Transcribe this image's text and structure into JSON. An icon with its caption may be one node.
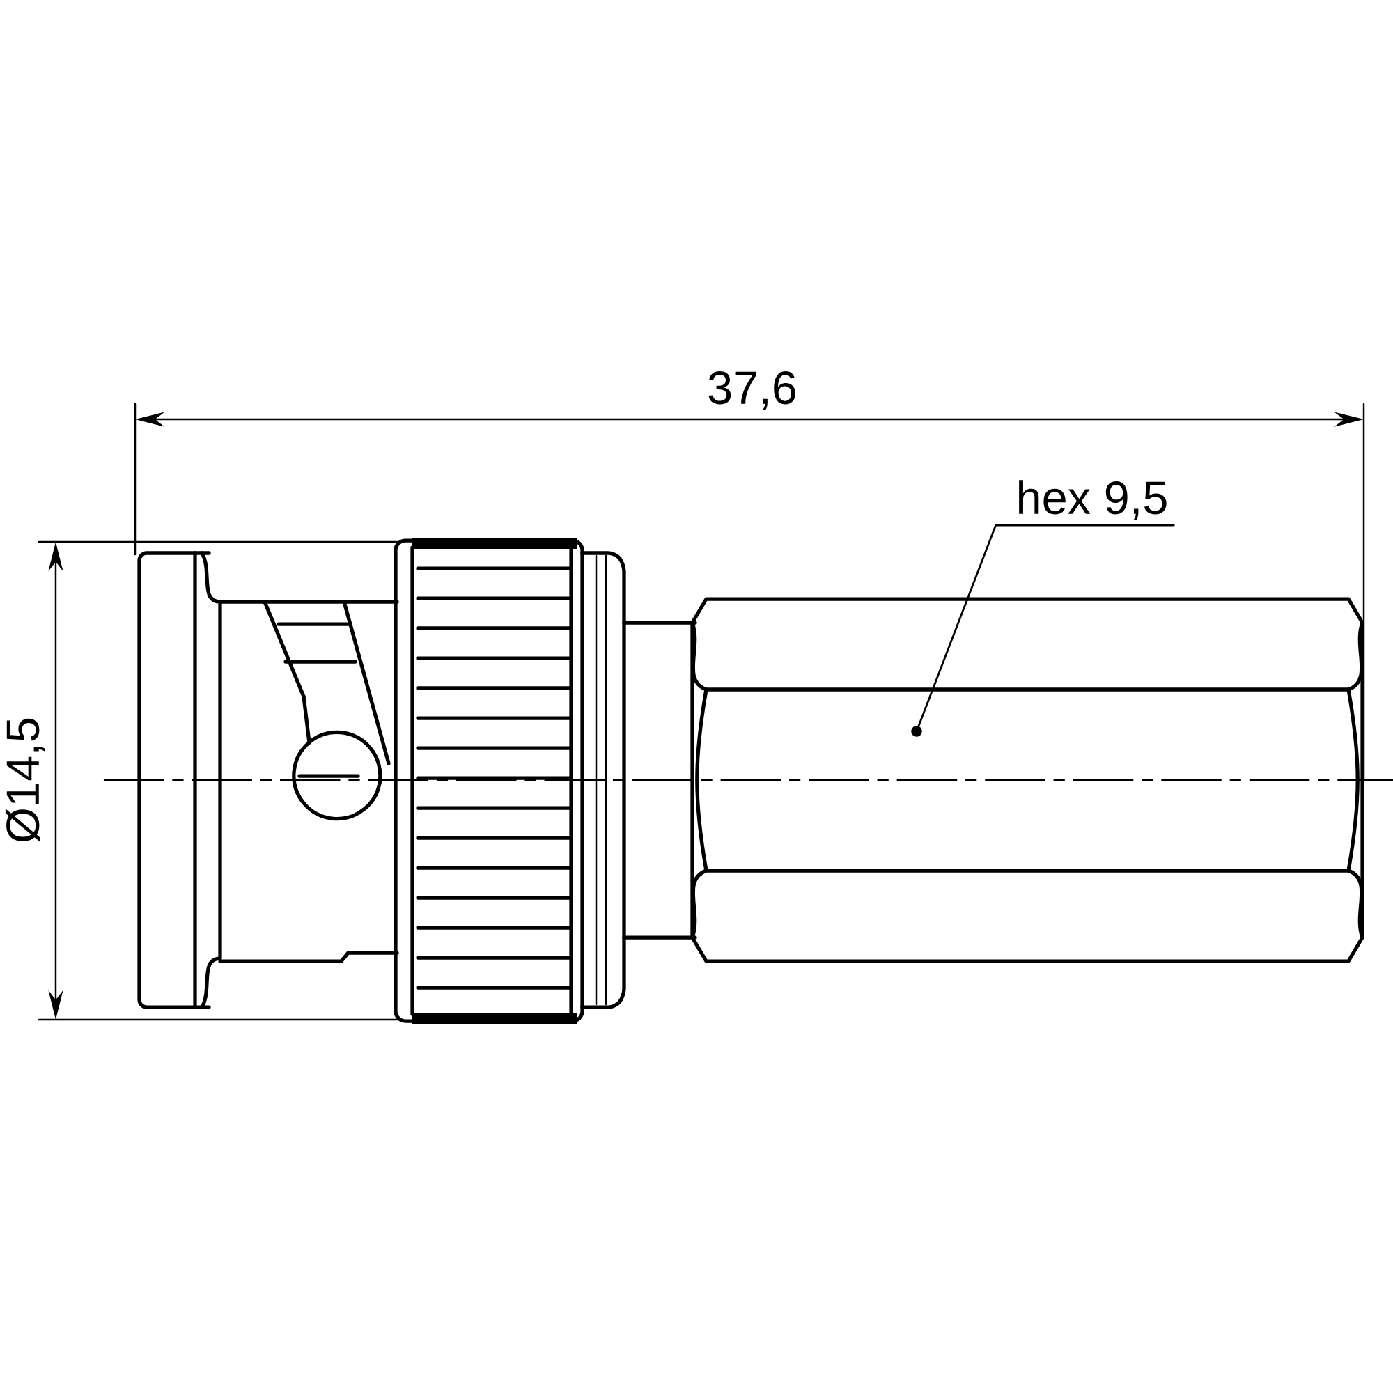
{
  "diagram": {
    "nodes": [
      {
        "text": [
          "hex 9,5"
        ]
      },
      {
        "text": [],
        "shape": "box"
      }
    ],
    "edges": [
      {
        "from": 0,
        "to": 1,
        "arrow": "other"
      }
    ],
    "labels": [
      "37,6",
      "Ø14,5"
    ]
  }
}
